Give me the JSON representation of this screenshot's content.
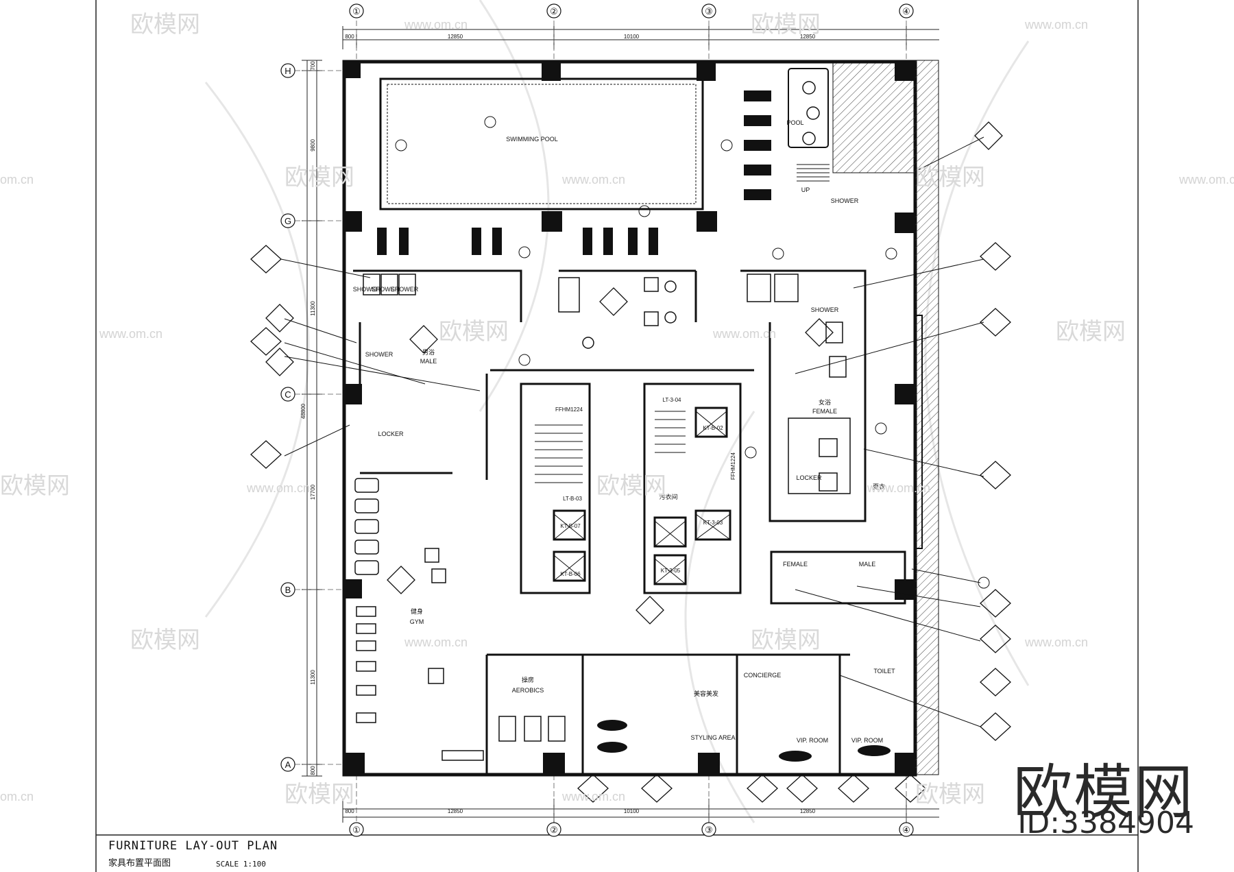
{
  "grid_columns": [
    "①",
    "②",
    "③",
    "④"
  ],
  "grid_rows": [
    "H",
    "G",
    "C",
    "B",
    "A"
  ],
  "dimensions_top": [
    "800",
    "12850",
    "10100",
    "12850"
  ],
  "dimensions_left": [
    "700",
    "9800",
    "11300",
    "17700",
    "11300",
    "800"
  ],
  "dimension_total": "48800",
  "rooms": {
    "pool": "SWIMMING POOL",
    "jacuzzi": "POOL",
    "shower_stair": "SHOWER",
    "up": "UP",
    "male": "MALE",
    "male_cn": "男浴",
    "female": "FEMALE",
    "female_cn": "女浴",
    "locker": "LOCKER",
    "gym": "GYM",
    "gym_cn": "健身",
    "aerobics": "AEROBICS",
    "aerobics_cn": "操房",
    "styling": "STYLING AREA",
    "styling_cn": "美容美发",
    "vip1": "VIP. ROOM",
    "vip2": "VIP. ROOM",
    "toilet": "TOILET",
    "concierge": "CONCIERGE",
    "female_wc": "FEMALE",
    "male_wc": "MALE",
    "shower1": "SHOWER",
    "shower2": "SHOWER",
    "shower3": "SHOWER",
    "shower_m": "SHOWER",
    "shower_f": "SHOWER",
    "laundry_cn": "污衣间",
    "dressing_cn": "更衣"
  },
  "tags": {
    "lift1": "LT-B-03",
    "lift2": "LT-3-04",
    "door1": "FFHM1224",
    "door2": "FFHM1224",
    "lift3": "KT-B-02",
    "lift4": "KT-B-07",
    "lift5": "KT-B-06",
    "lift6": "KT-3-03",
    "lift7": "KT-3-05"
  },
  "title": {
    "en": "FURNITURE LAY-OUT PLAN",
    "cn": "家具布置平面图",
    "scale": "SCALE 1:100"
  },
  "watermark": {
    "brand": "欧模网",
    "url": "www.om.cn",
    "url_short": "om.cn",
    "id": "ID:3384904"
  }
}
